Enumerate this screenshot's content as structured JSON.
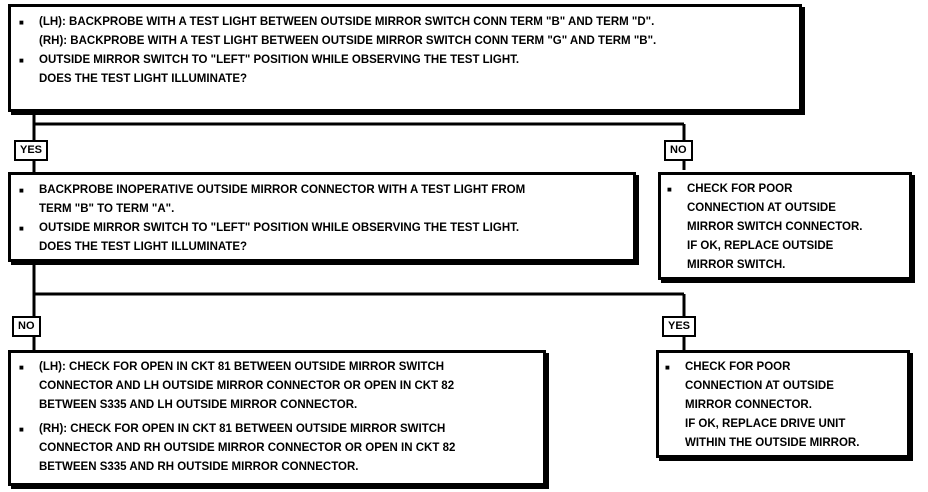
{
  "box1": {
    "lines": [
      {
        "bullet": true,
        "text": "(LH): BACKPROBE WITH A TEST LIGHT BETWEEN OUTSIDE MIRROR SWITCH CONN TERM \"B\" AND TERM \"D\"."
      },
      {
        "bullet": false,
        "text": "(RH): BACKPROBE WITH A TEST LIGHT BETWEEN OUTSIDE MIRROR SWITCH CONN TERM \"G\" AND TERM \"B\"."
      },
      {
        "bullet": true,
        "text": "OUTSIDE MIRROR SWITCH TO \"LEFT\" POSITION WHILE OBSERVING THE TEST LIGHT."
      },
      {
        "bullet": false,
        "text": "DOES THE TEST LIGHT ILLUMINATE?"
      }
    ]
  },
  "branch1": {
    "yes_label": "YES",
    "no_label": "NO"
  },
  "box2": {
    "lines": [
      {
        "bullet": true,
        "text": "BACKPROBE INOPERATIVE OUTSIDE MIRROR CONNECTOR WITH A TEST LIGHT FROM"
      },
      {
        "bullet": false,
        "text": "TERM \"B\" TO TERM \"A\"."
      },
      {
        "bullet": true,
        "text": "OUTSIDE MIRROR SWITCH TO \"LEFT\" POSITION WHILE OBSERVING THE TEST LIGHT."
      },
      {
        "bullet": false,
        "text": "DOES THE TEST LIGHT ILLUMINATE?"
      }
    ]
  },
  "box3": {
    "lines": [
      {
        "bullet": true,
        "text": "CHECK FOR POOR"
      },
      {
        "bullet": false,
        "text": "CONNECTION AT OUTSIDE"
      },
      {
        "bullet": false,
        "text": "MIRROR SWITCH CONNECTOR."
      },
      {
        "bullet": false,
        "text": "IF OK, REPLACE OUTSIDE"
      },
      {
        "bullet": false,
        "text": "MIRROR SWITCH."
      }
    ]
  },
  "branch2": {
    "no_label": "NO",
    "yes_label": "YES"
  },
  "box4": {
    "lines": [
      {
        "bullet": true,
        "text": "(LH): CHECK FOR OPEN IN CKT 81 BETWEEN OUTSIDE MIRROR SWITCH"
      },
      {
        "bullet": false,
        "text": "CONNECTOR AND LH OUTSIDE MIRROR CONNECTOR OR OPEN IN CKT 82"
      },
      {
        "bullet": false,
        "text": "BETWEEN S335 AND LH OUTSIDE MIRROR CONNECTOR."
      },
      {
        "bullet": true,
        "text": "(RH): CHECK FOR OPEN IN CKT 81 BETWEEN OUTSIDE MIRROR SWITCH"
      },
      {
        "bullet": false,
        "text": "CONNECTOR AND RH OUTSIDE MIRROR CONNECTOR OR OPEN IN CKT 82"
      },
      {
        "bullet": false,
        "text": "BETWEEN S335 AND RH OUTSIDE MIRROR CONNECTOR."
      }
    ]
  },
  "box5": {
    "lines": [
      {
        "bullet": true,
        "text": "CHECK FOR POOR"
      },
      {
        "bullet": false,
        "text": "CONNECTION AT OUTSIDE"
      },
      {
        "bullet": false,
        "text": "MIRROR CONNECTOR."
      },
      {
        "bullet": false,
        "text": "IF OK, REPLACE DRIVE UNIT"
      },
      {
        "bullet": false,
        "text": "WITHIN THE OUTSIDE MIRROR."
      }
    ]
  }
}
